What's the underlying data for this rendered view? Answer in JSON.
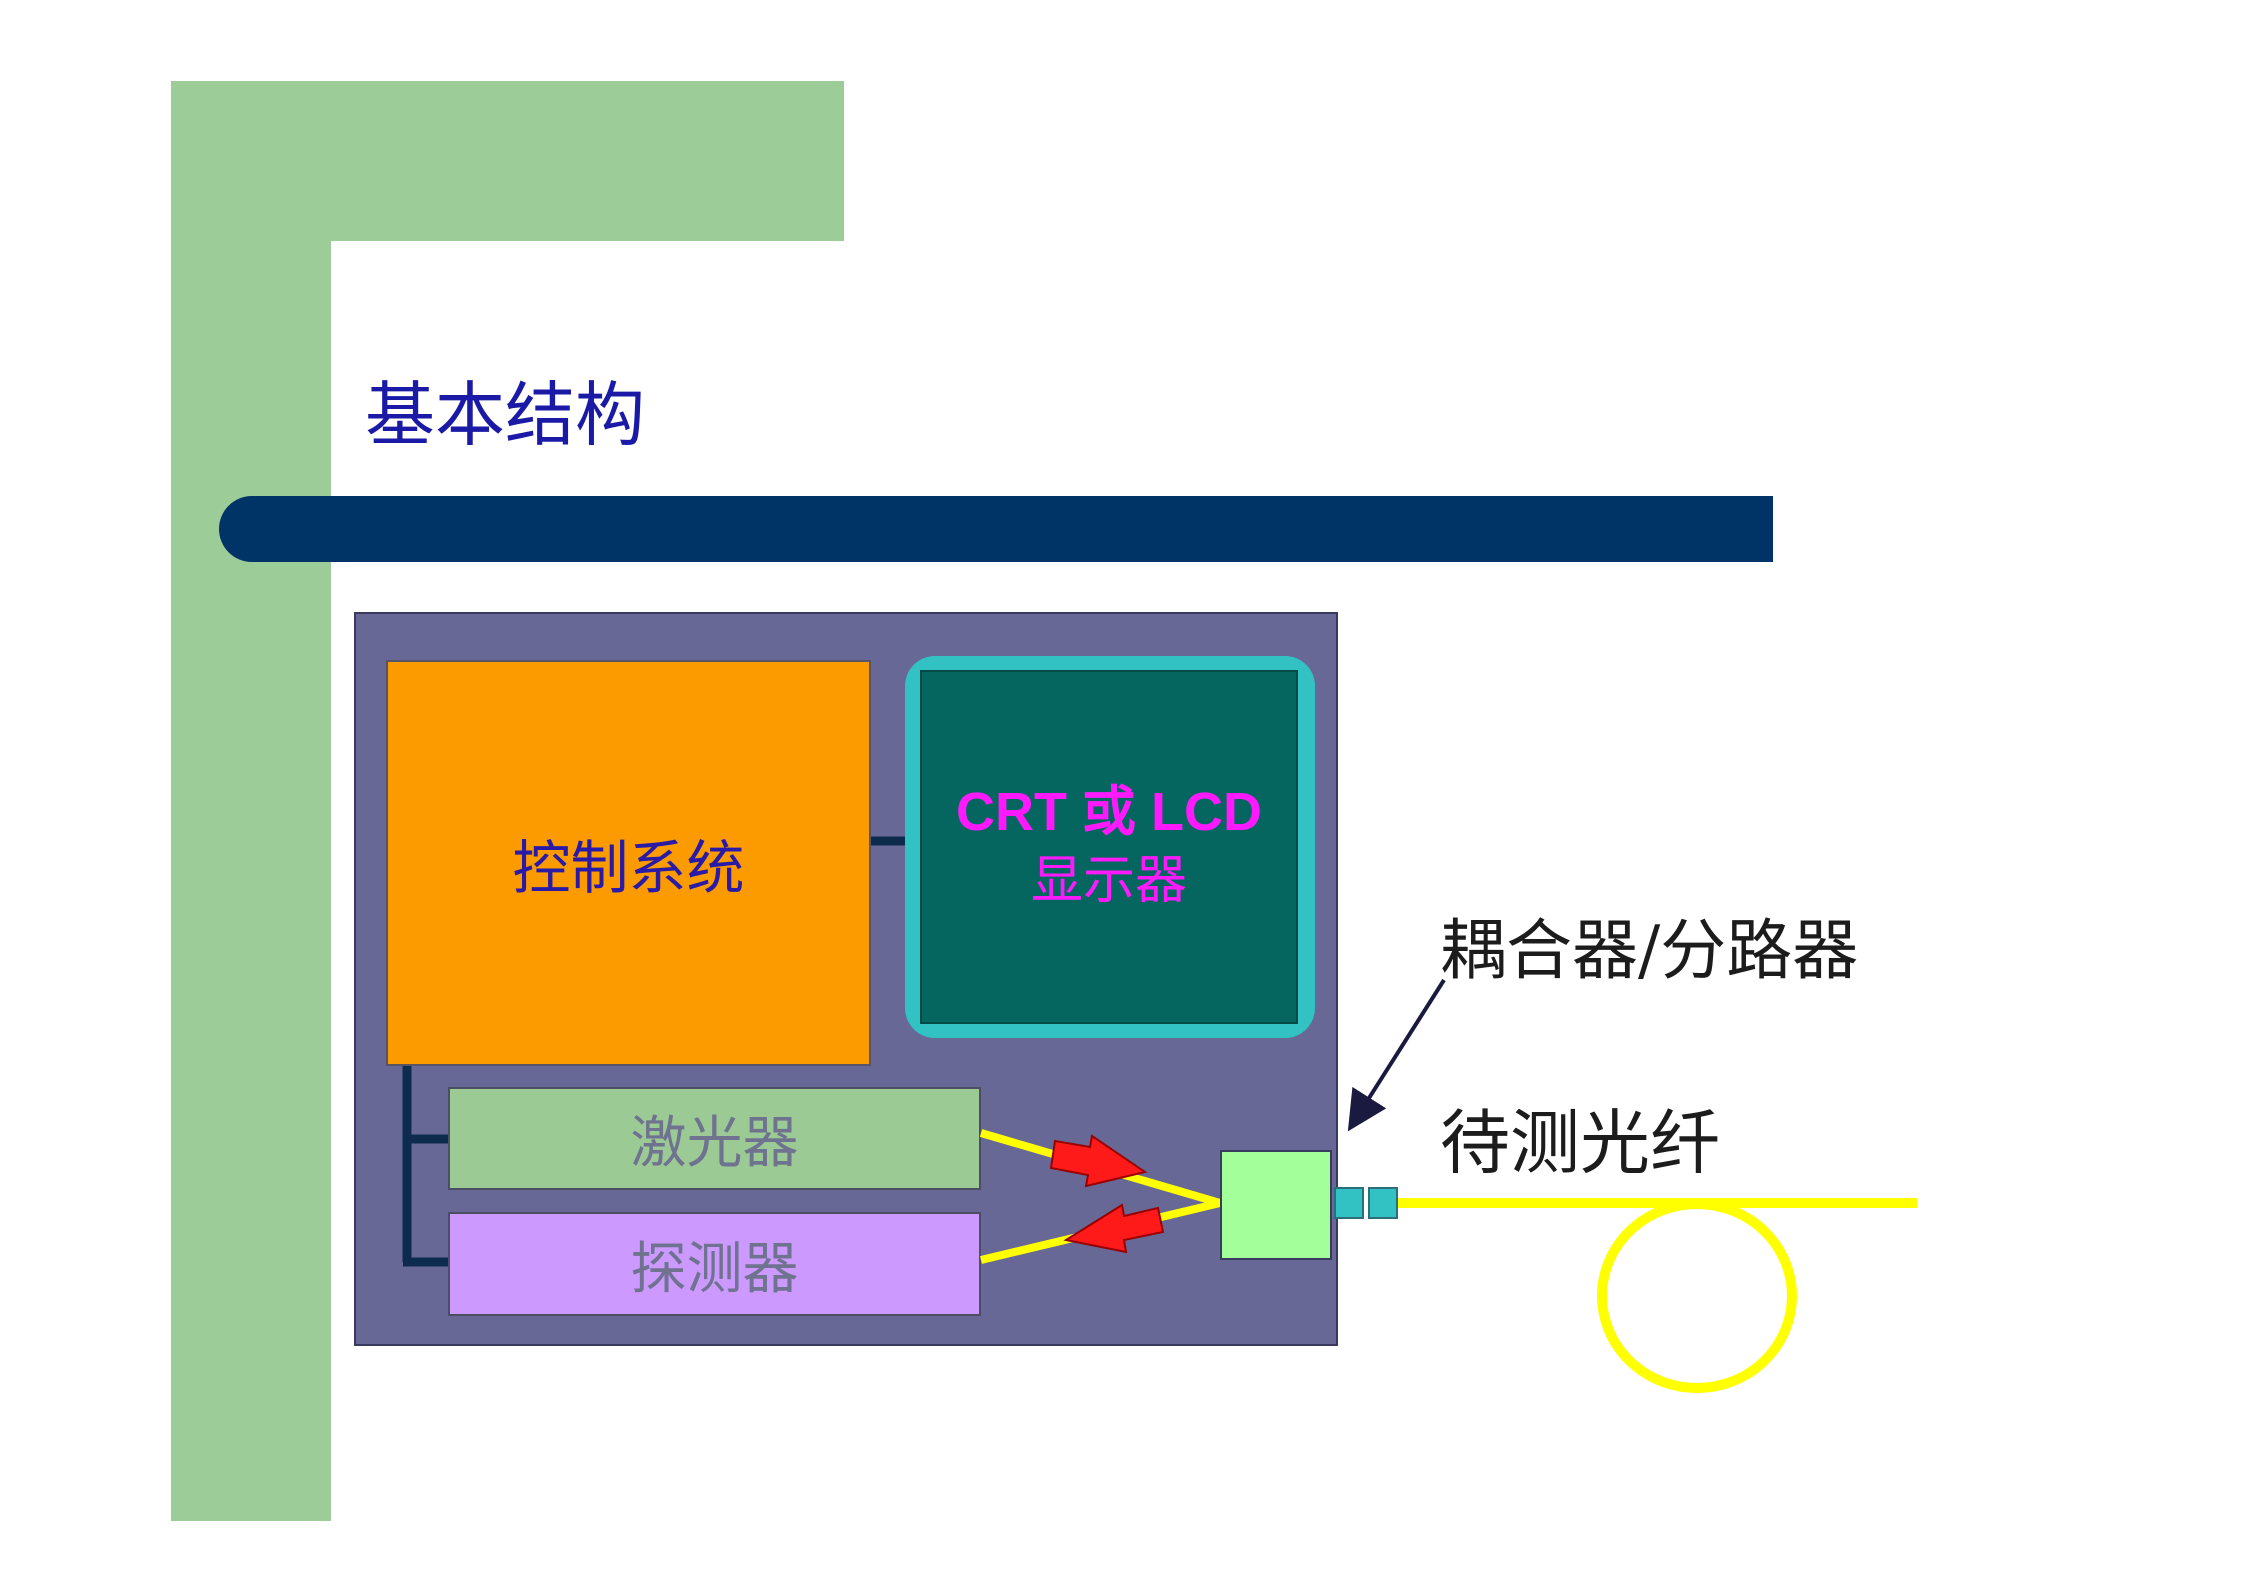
{
  "slide": {
    "title": "基本结构"
  },
  "diagram": {
    "control_system_label": "控制系统",
    "display_label_line1": "CRT 或 LCD",
    "display_label_line2": "显示器",
    "laser_label": "激光器",
    "detector_label": "探测器",
    "coupler_label": "耦合器/分路器",
    "fiber_label": "待测光纤"
  },
  "colors": {
    "frame_green": "#9ccc98",
    "title_bar": "#003366",
    "title_text": "#1a1aa6",
    "housing": "#676896",
    "control_box": "#fb9b00",
    "display_frame": "#33c2c4",
    "display_screen": "#04665f",
    "display_text": "#ff19ff",
    "laser_box": "#9cca95",
    "detector_box": "#cc99ff",
    "coupler_box": "#a3ff99",
    "fiber": "#ffff00",
    "signal_arrow": "#ff1a1a"
  }
}
